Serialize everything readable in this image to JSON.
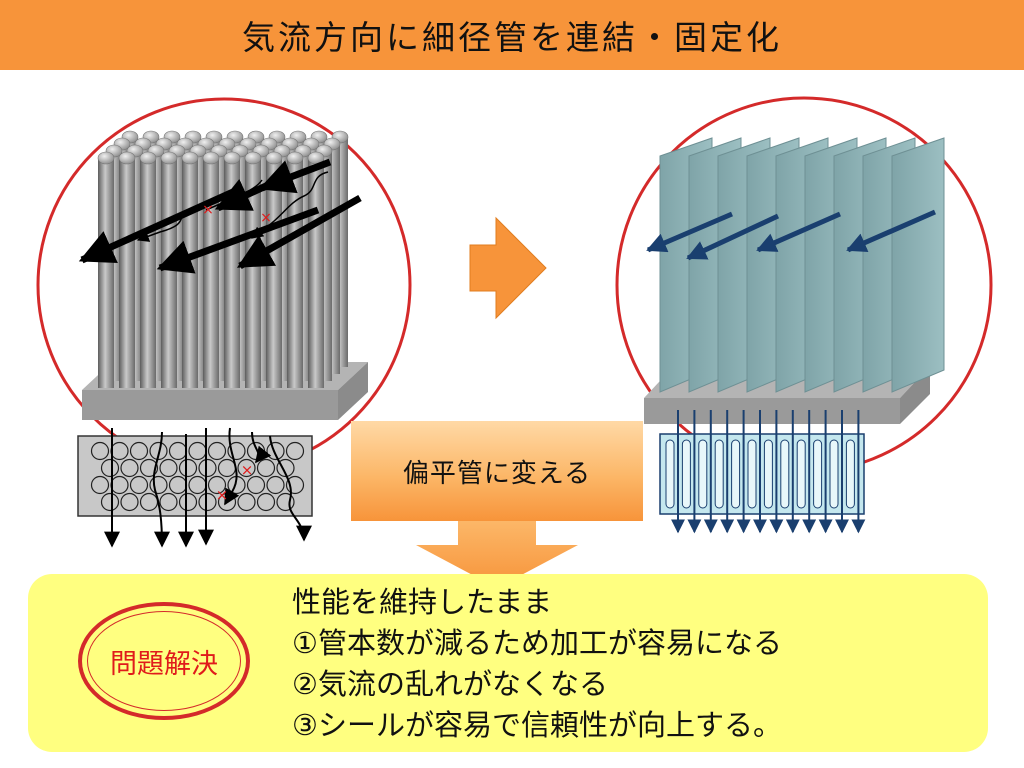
{
  "title": "気流方向に細径管を連結・固定化",
  "transition_label": "偏平管に変える",
  "result_badge": "問題解決",
  "points": [
    "性能を維持したまま",
    "①管本数が減るため加工が容易になる",
    "②気流の乱れがなくなる",
    "③シールが容易で信頼性が向上する。"
  ],
  "colors": {
    "header": "#f7943a",
    "circle_outline": "#d42a2a",
    "tube_gray": "#8a8a8a",
    "flat_fin": "#8fb1b4",
    "air_arrow_new": "#1a3f6f",
    "panel": "#ffff80",
    "badge_text": "#e01b1b"
  },
  "icons": {
    "transition": "orange-right-arrow-icon",
    "down": "orange-down-arrow-icon",
    "turbulence_marker": "red-x-icon"
  }
}
